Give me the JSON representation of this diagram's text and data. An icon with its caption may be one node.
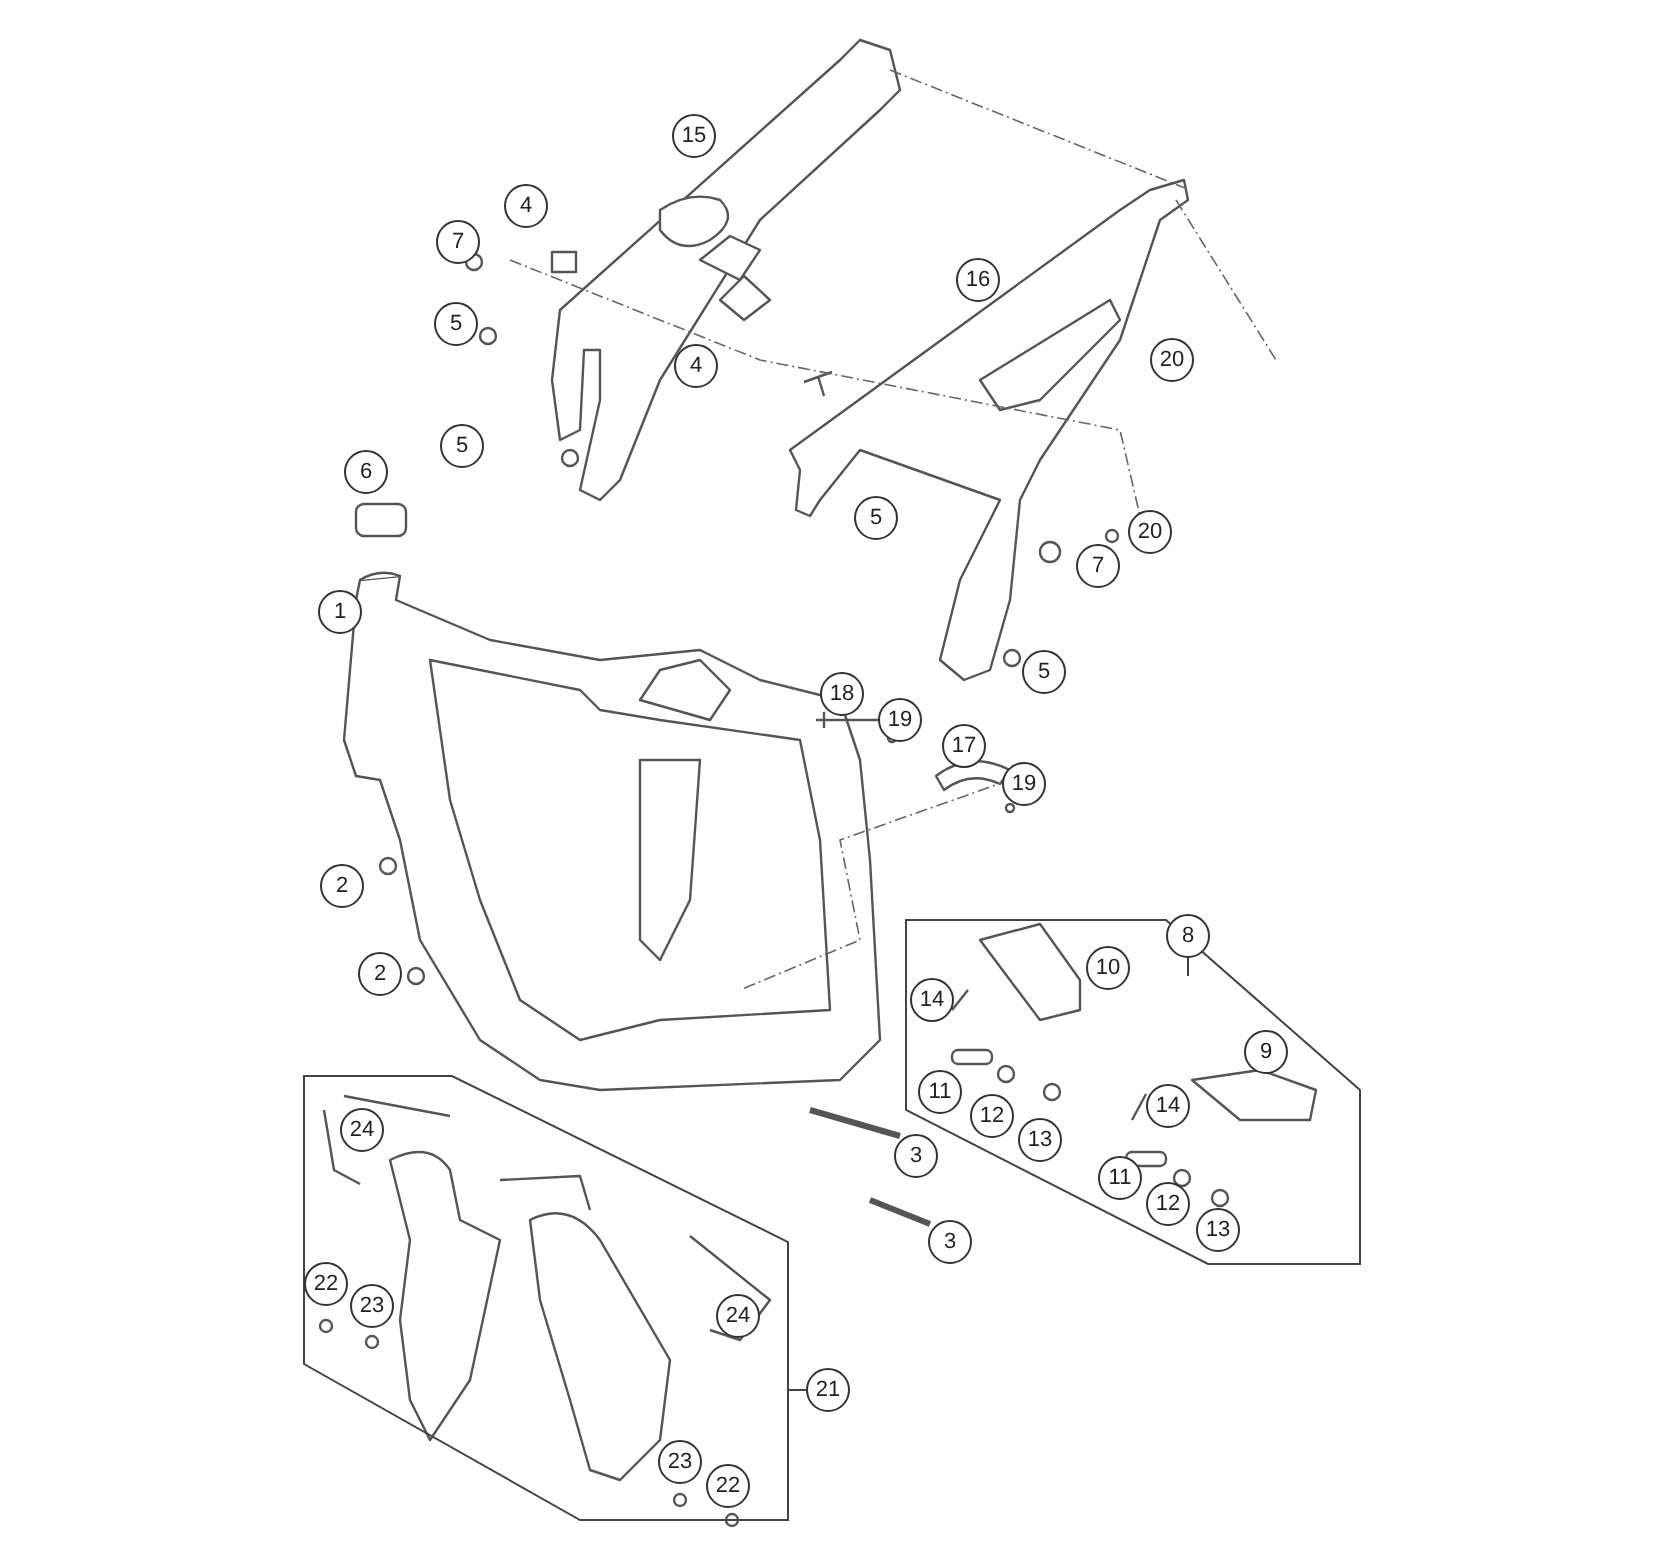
{
  "diagram": {
    "labels": [
      "15",
      "4",
      "7",
      "16",
      "5",
      "20",
      "4",
      "5",
      "6",
      "5",
      "20",
      "7",
      "1",
      "5",
      "18",
      "19",
      "17",
      "19",
      "2",
      "8",
      "10",
      "2",
      "14",
      "9",
      "11",
      "14",
      "12",
      "24",
      "13",
      "3",
      "11",
      "12",
      "13",
      "3",
      "22",
      "23",
      "24",
      "21",
      "23",
      "22"
    ]
  }
}
